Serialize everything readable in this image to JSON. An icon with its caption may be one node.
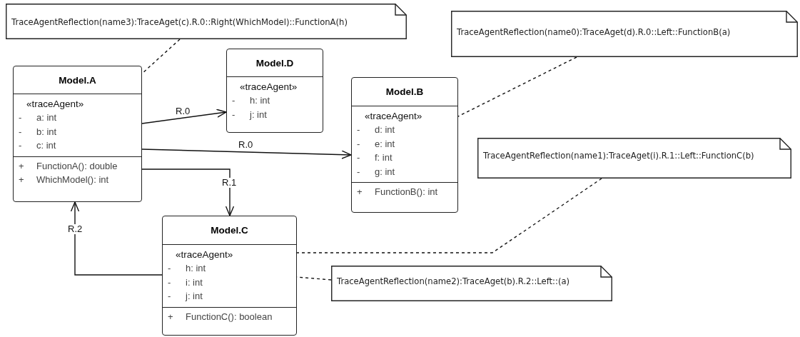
{
  "diagram": {
    "nodes": [
      {
        "text": [
          "TraceAgentReflection(name3):TraceAget(c).R.0::Right(WhichModel)::FunctionA(h)"
        ]
      },
      {
        "text": [
          "Model.A",
          "«traceAgent»",
          "-",
          "a: int",
          "-",
          "b: int",
          "-",
          "c: int",
          "+",
          "FunctionA(): double",
          "+",
          "WhichModel(): int"
        ]
      },
      {
        "text": [
          "Model.D",
          "«traceAgent»",
          "-",
          "h: int",
          "-",
          "j: int"
        ]
      },
      {
        "text": [
          "TraceAgentReflection(name0):TraceAget(d).R.0::Left::FunctionB(a)"
        ]
      },
      {
        "text": [
          "Model.B",
          "«traceAgent»",
          "-",
          "d: int",
          "-",
          "e: int",
          "-",
          "f: int",
          "-",
          "g: int",
          "+",
          "FunctionB(): int"
        ]
      },
      {
        "text": [
          "TraceAgentReflection(name1):TraceAget(i).R.1::Left::FunctionC(b)"
        ]
      },
      {
        "text": [
          "Model.C",
          "«traceAgent»",
          "-",
          "h: int",
          "-",
          "i: int",
          "-",
          "j: int",
          "+",
          "FunctionC(): boolean"
        ]
      },
      {
        "text": [
          "TraceAgentReflection(name2):TraceAget(b).R.2::Left::(a)"
        ]
      }
    ],
    "edges": [
      {
        "from": 1,
        "to": 2,
        "arrow": "to",
        "label": "R.0"
      },
      {
        "from": 1,
        "to": 4,
        "arrow": "to",
        "label": "R.0"
      },
      {
        "from": 1,
        "to": 6,
        "arrow": "to",
        "label": "R.1"
      },
      {
        "from": 6,
        "to": 1,
        "arrow": "to",
        "label": "R.2"
      },
      {
        "from": 0,
        "to": 1,
        "arrow": "none",
        "style": "dashed"
      },
      {
        "from": 3,
        "to": 4,
        "arrow": "none",
        "style": "dashed"
      },
      {
        "from": 5,
        "to": 6,
        "arrow": "none",
        "style": "dashed"
      },
      {
        "from": 7,
        "to": 6,
        "arrow": "none",
        "style": "dashed"
      }
    ]
  }
}
